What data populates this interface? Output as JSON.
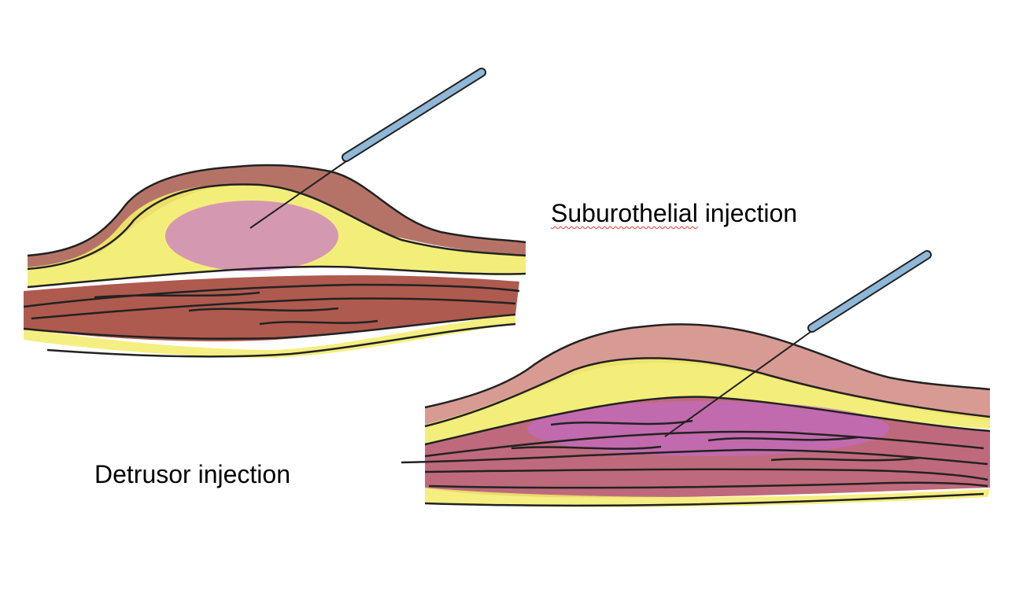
{
  "labels": {
    "suburothelial_word": "Suburothelial",
    "suburothelial_rest": " injection",
    "detrusor": "Detrusor injection"
  },
  "colors": {
    "urothelium": "#a85a4e",
    "submucosa": "#f2ec6a",
    "injectate": "#c46ad0",
    "muscle": "#a5483c",
    "needle": "#8fb8d8"
  }
}
